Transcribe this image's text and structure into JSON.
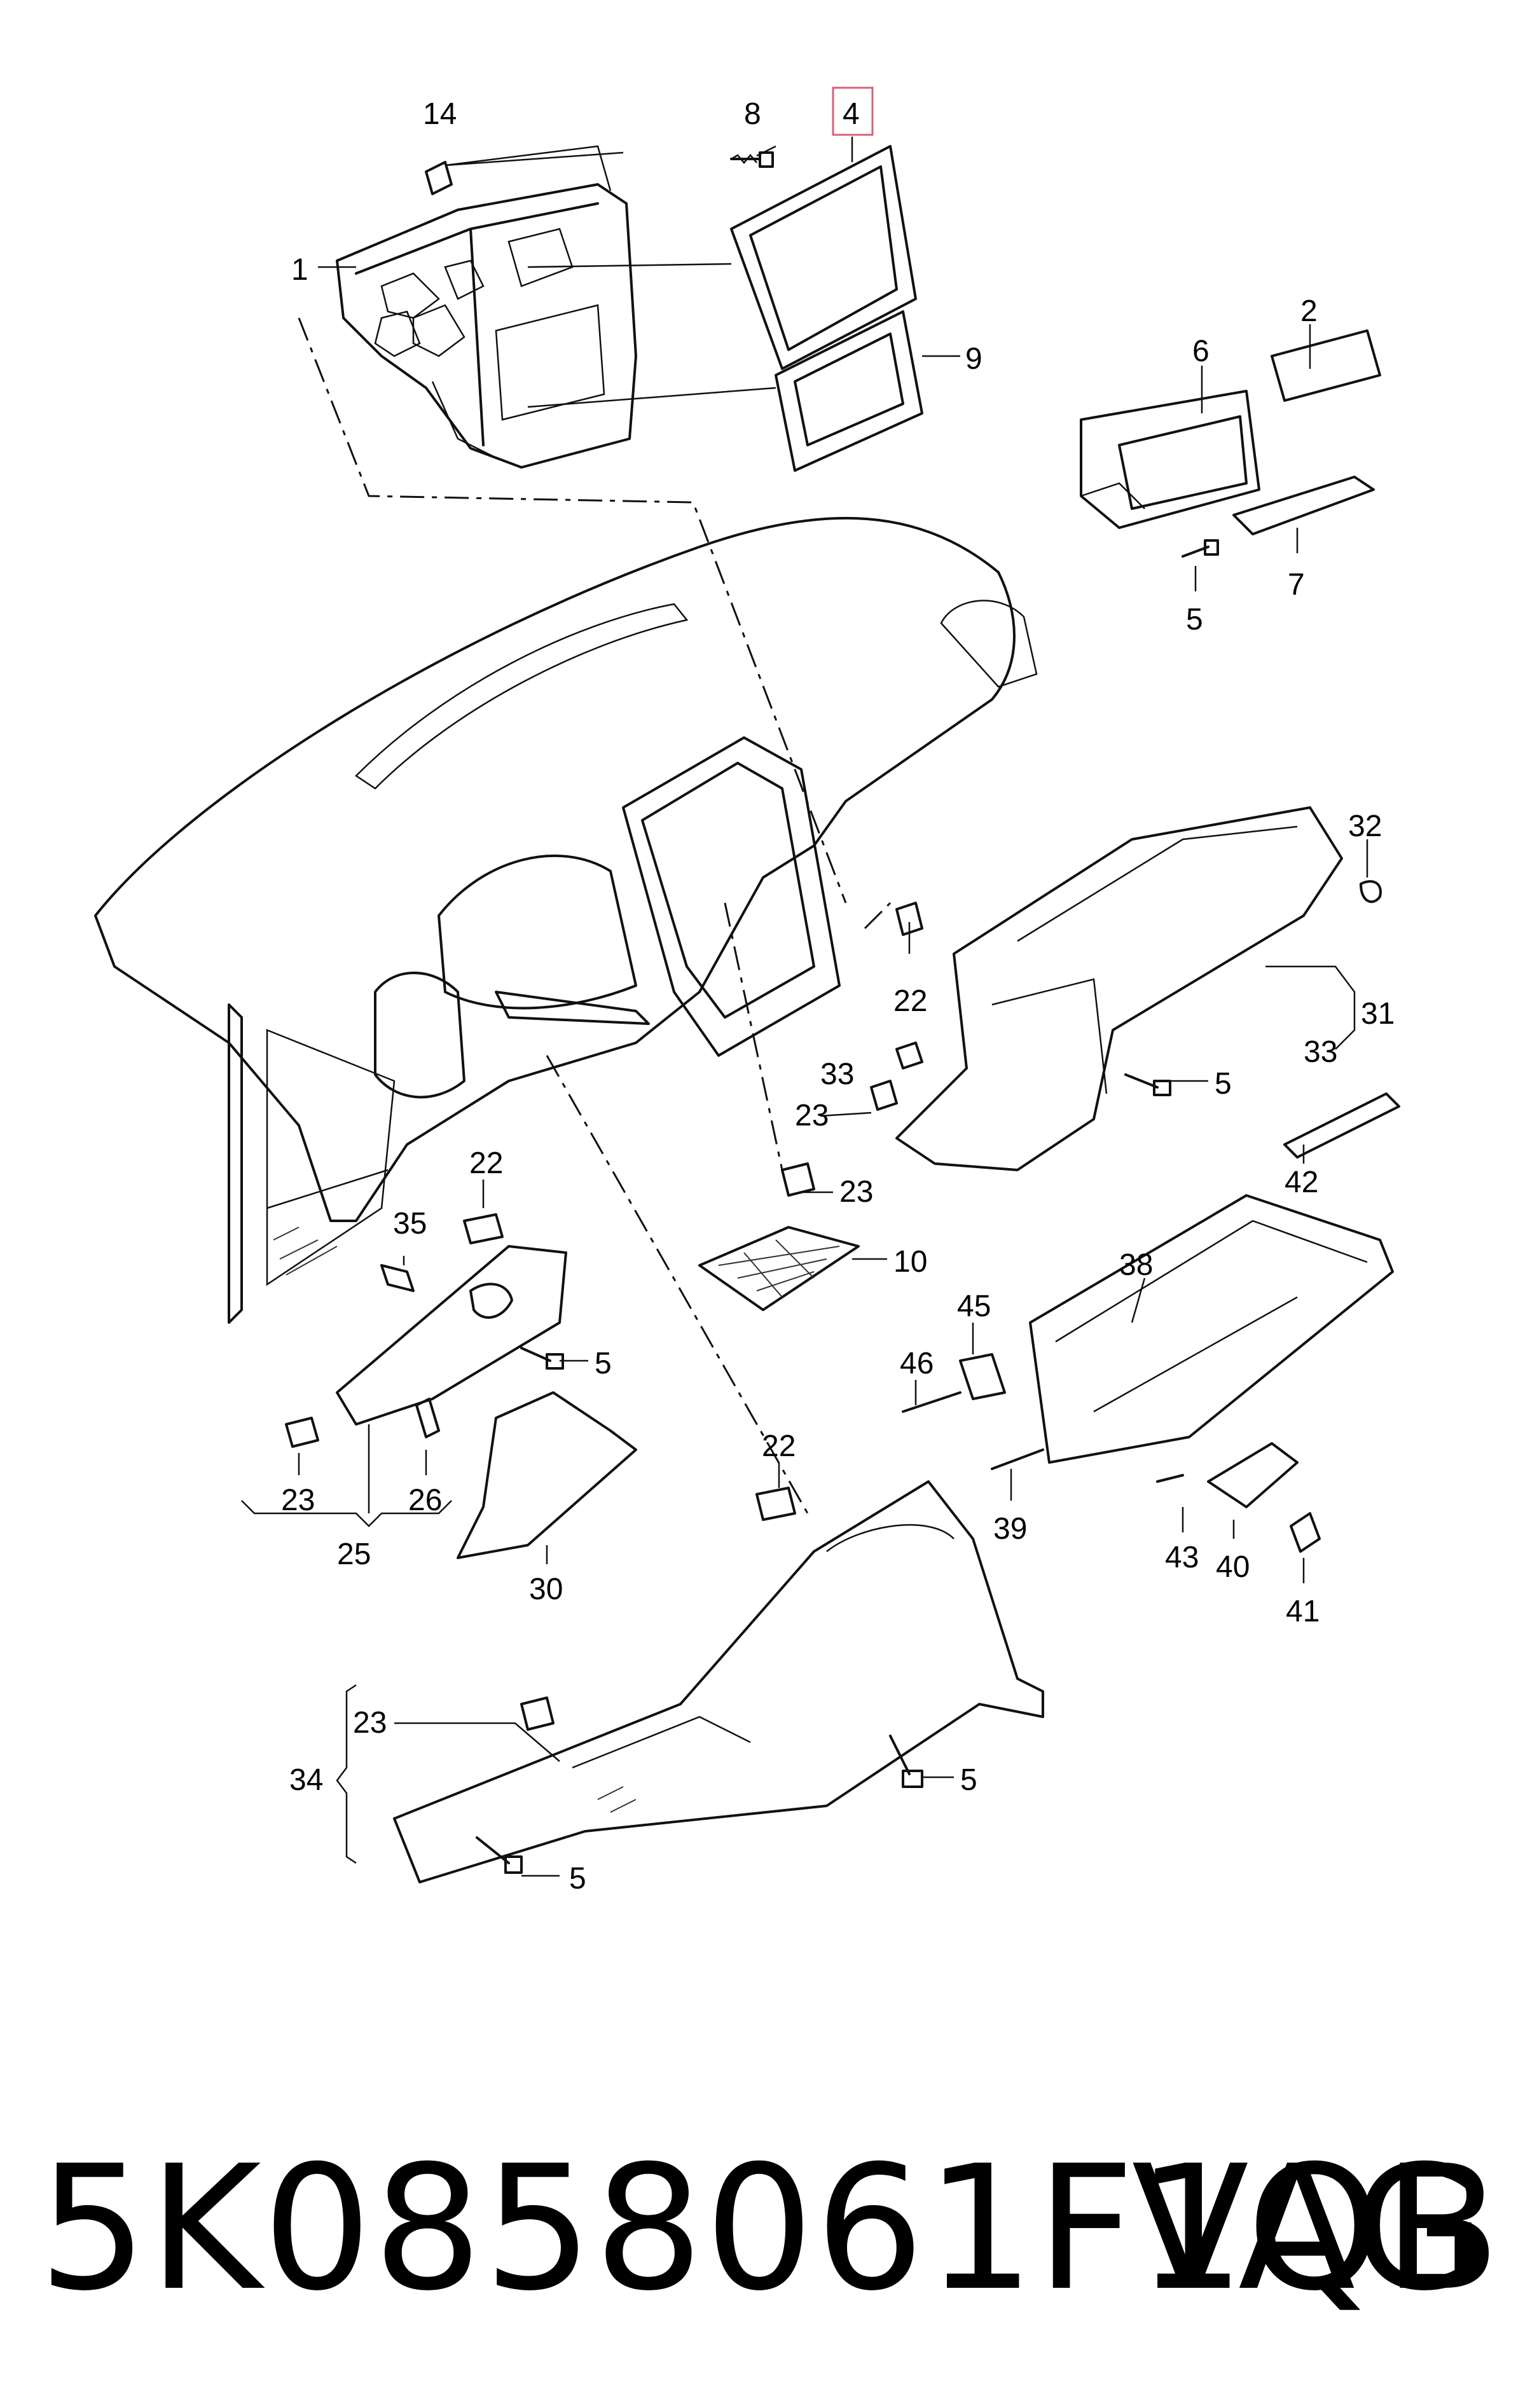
{
  "diagram": {
    "callouts": {
      "c14": "14",
      "c8": "8",
      "c4": "4",
      "c1": "1",
      "c9": "9",
      "c2": "2",
      "c6": "6",
      "c7": "7",
      "c5a": "5",
      "c32": "32",
      "c22a": "22",
      "c31": "31",
      "c33a": "33",
      "c33b": "33",
      "c5b": "5",
      "c23a": "23",
      "c42": "42",
      "c23b": "23",
      "c10": "10",
      "c22b": "22",
      "c35": "35",
      "c5c": "5",
      "c38": "38",
      "c45": "45",
      "c46": "46",
      "c23c": "23",
      "c26": "26",
      "c25": "25",
      "c30": "30",
      "c22c": "22",
      "c39": "39",
      "c43": "43",
      "c40": "40",
      "c41": "41",
      "c23d": "23",
      "c34": "34",
      "c5d": "5",
      "c5e": "5"
    },
    "highlight_color": "#d9607a"
  },
  "footer": {
    "part_number": "5K0858061F1QB",
    "brand": "VAG"
  }
}
